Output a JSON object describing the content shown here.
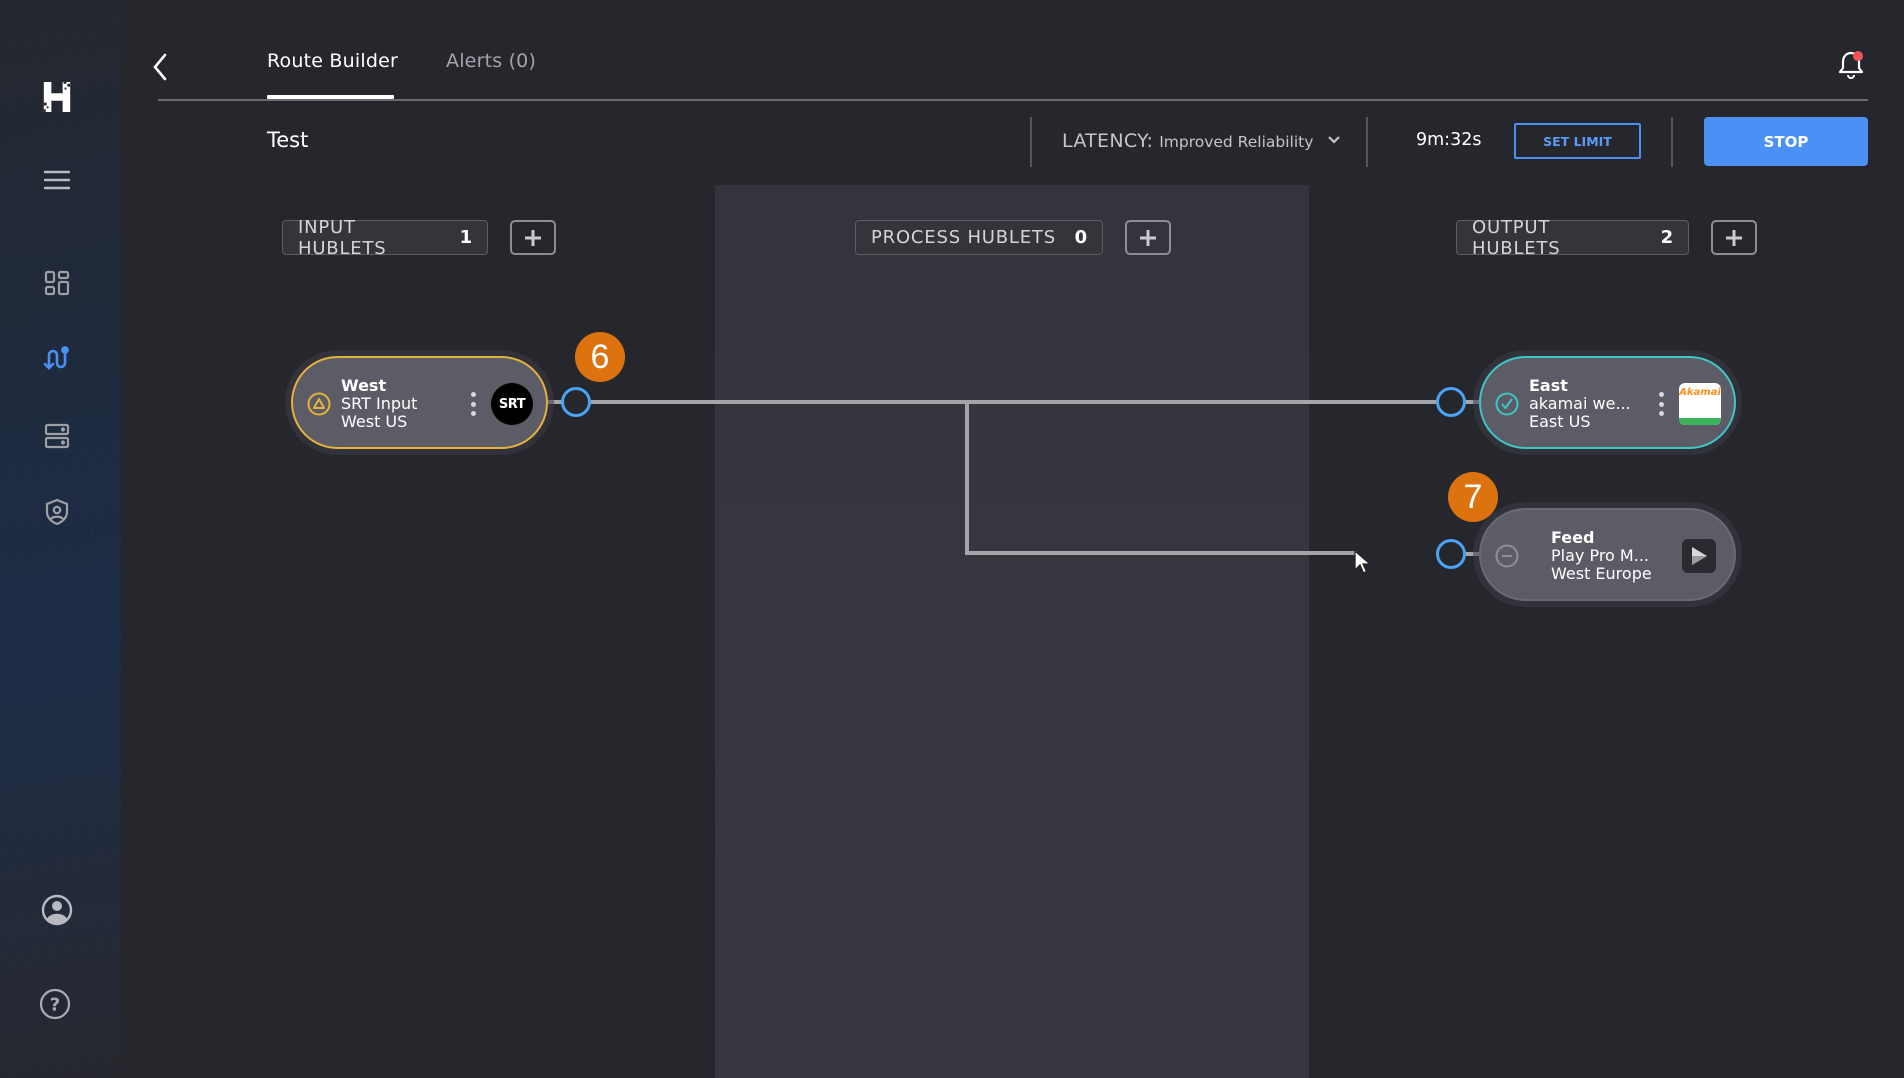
{
  "sidebar": {
    "logo": "H",
    "items": [
      {
        "name": "menu",
        "icon": "hamburger-menu-icon"
      },
      {
        "name": "dashboard",
        "icon": "grid-icon"
      },
      {
        "name": "routes",
        "icon": "route-icon",
        "active": true
      },
      {
        "name": "servers",
        "icon": "server-icon"
      },
      {
        "name": "security",
        "icon": "shield-user-icon"
      },
      {
        "name": "account",
        "icon": "user-circle-icon"
      },
      {
        "name": "help",
        "icon": "help-circle-icon"
      }
    ]
  },
  "header": {
    "tabs": [
      {
        "label": "Route Builder",
        "active": true
      },
      {
        "label": "Alerts (0)",
        "active": false
      }
    ],
    "route_name": "Test",
    "latency_label": "LATENCY:",
    "latency_value": "Improved Reliability",
    "timer": "9m:32s",
    "set_limit_label": "SET LIMIT",
    "stop_label": "STOP",
    "notification_dot": true
  },
  "columns": {
    "input": {
      "label": "INPUT HUBLETS",
      "count": "1"
    },
    "process": {
      "label": "PROCESS HUBLETS",
      "count": "0"
    },
    "output": {
      "label": "OUTPUT HUBLETS",
      "count": "2"
    }
  },
  "nodes": {
    "input": [
      {
        "name": "West",
        "type": "SRT Input",
        "region": "West US",
        "status": "warning",
        "logo": "SRT",
        "accent": "#e3b23c"
      }
    ],
    "output": [
      {
        "name": "East",
        "type": "akamai we...",
        "region": "East US",
        "status": "ok",
        "logo": "Akamai",
        "accent": "#3ec6c6"
      },
      {
        "name": "Feed",
        "type": "Play Pro M...",
        "region": "West Europe",
        "status": "inactive",
        "logo": "Play"
      }
    ]
  },
  "annotations": [
    {
      "label": "6"
    },
    {
      "label": "7"
    }
  ],
  "colors": {
    "accent_blue": "#4a90f5",
    "port_blue": "#4aa3f5",
    "badge_orange": "#dd730e",
    "warning_yellow": "#e3b23c",
    "ok_teal": "#3ec6c6",
    "notification_red": "#f0525a"
  }
}
